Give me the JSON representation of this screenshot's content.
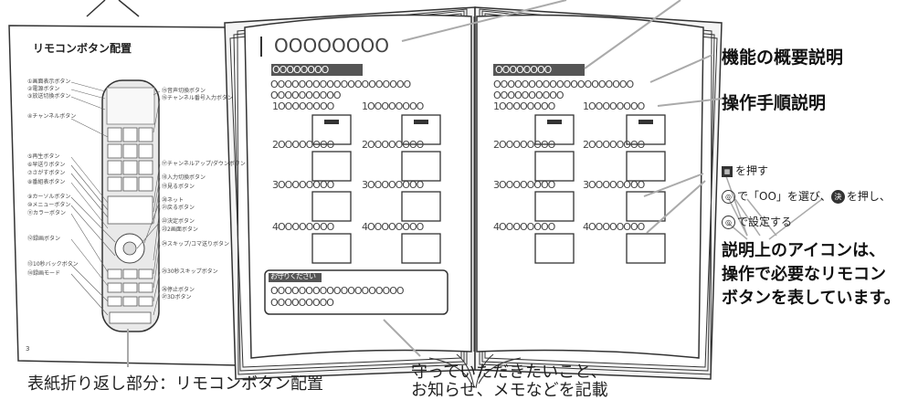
{
  "fold_flap": {
    "title": "リモコンボタン配置",
    "page_number": "3",
    "left_labels": [
      "①画面表示ボタン",
      "②電源ボタン",
      "③放送切換ボタン",
      "④チャンネルボタン",
      "⑤再生ボタン",
      "⑥早送りボタン",
      "⑦さがすボタン",
      "⑧番組表ボタン",
      "⑨カーソルボタン",
      "⑩メニューボタン",
      "⑪カラーボタン",
      "⑫録画ボタン",
      "⑬10秒バックボタン",
      "⑭録画モード"
    ],
    "right_labels": [
      "⑮音声切換ボタン",
      "⑯チャンネル番号入力ボタン",
      "⑰チャンネルアップ/ダウンボタン",
      "⑱入力切換ボタン",
      "⑲見るボタン",
      "⑳ネット",
      "㉑戻るボタン",
      "㉒決定ボタン",
      "㉓2画面ボタン",
      "㉔スキップ/コマ送りボタン",
      "㉕30秒スキップボタン",
      "㉖停止ボタン",
      "㉗3Dボタン"
    ]
  },
  "book": {
    "left_page": {
      "title_placeholder": "OOOOOOOO",
      "banner_placeholder": "OOOOOOOO",
      "desc_line1": "OOOOOOOOOOOOOOOOOOOO",
      "desc_line2": "OOOOOOOOOO",
      "steps": [
        "1OOOOOOOO",
        "1OOOOOOOO",
        "2OOOOOOOO",
        "2OOOOOOOO",
        "3OOOOOOOO",
        "3OOOOOOOO",
        "4OOOOOOOO",
        "4OOOOOOOO"
      ],
      "notice_label": "お守りください",
      "notice_line1": "OOOOOOOOOOOOOOOOOOO",
      "notice_line2": "OOOOOOOOO"
    },
    "right_page": {
      "banner_placeholder": "OOOOOOOO",
      "desc_line1": "OOOOOOOOOOOOOOOOOOOO",
      "desc_line2": "OOOOOOOOOO",
      "steps": [
        "1OOOOOOOO",
        "1OOOOOOOO",
        "2OOOOOOOO",
        "2OOOOOOOO",
        "3OOOOOOOO",
        "3OOOOOOOO",
        "4OOOOOOOO",
        "4OOOOOOOO"
      ]
    }
  },
  "callouts": {
    "overview": "機能の概要説明",
    "procedure": "操作手順説明",
    "fold_caption": "表紙折り返し部分：リモコンボタン配置",
    "keep_caption_line1": "守っていただきたいこと、",
    "keep_caption_line2": "お知らせ、メモなどを記載",
    "icon_note_line1": "説明上のアイコンは、",
    "icon_note_line2": "操作で必要なリモコン",
    "icon_note_line3": "ボタンを表しています。"
  },
  "icon_examples": {
    "line1": "を押す",
    "line2_a": "で「OO」を選び、",
    "line2_b": "を押し、",
    "line3": "で設定する"
  }
}
